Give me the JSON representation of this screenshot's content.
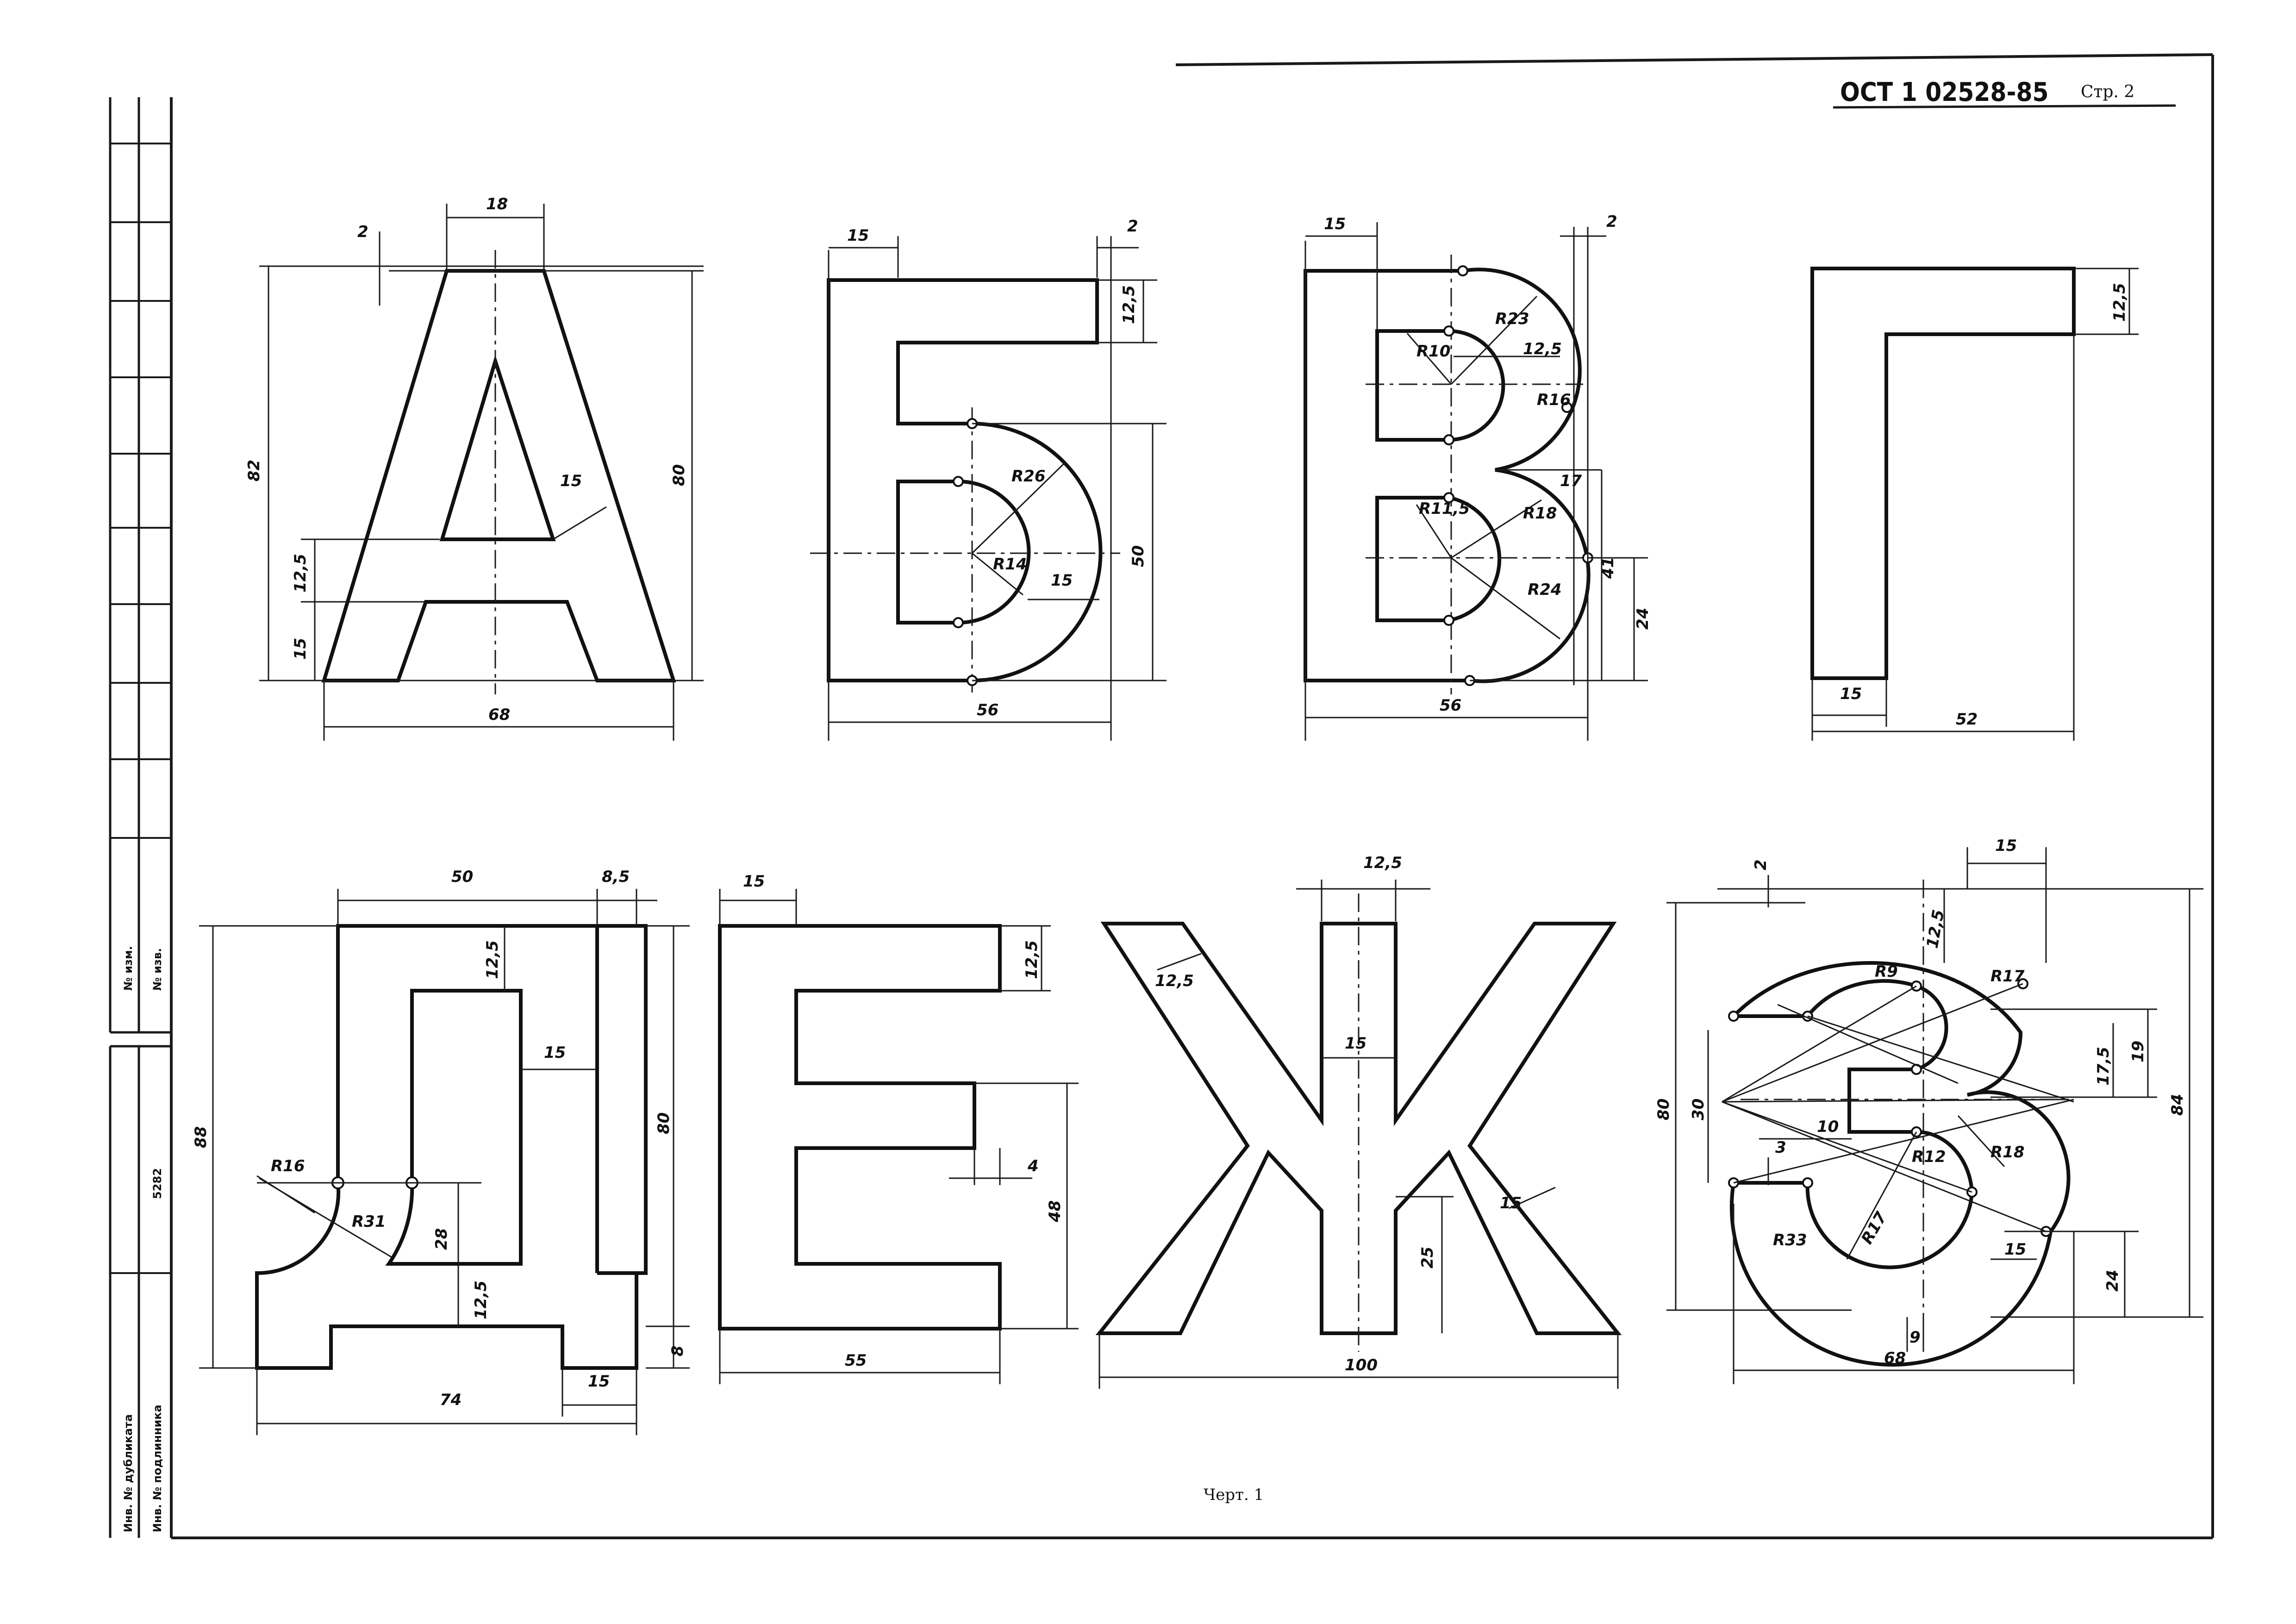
{
  "header": {
    "standard": "ОСТ 1 02528-85",
    "page": "Стр. 2"
  },
  "caption": "Черт. 1",
  "sidebar": {
    "izm_label": "№ изм.",
    "izv_label": "№ изв.",
    "number": "5282",
    "inv_dublikata": "Инв. № дубликата",
    "inv_podlinnika": "Инв. № подлинника"
  },
  "letters": [
    {
      "letter": "А",
      "dims": [
        "18",
        "2",
        "82",
        "80",
        "15",
        "12,5",
        "15",
        "68"
      ]
    },
    {
      "letter": "Б",
      "dims": [
        "15",
        "2",
        "12,5",
        "R26",
        "R14",
        "15",
        "50",
        "56"
      ]
    },
    {
      "letter": "В",
      "dims": [
        "15",
        "2",
        "R23",
        "R10",
        "12,5",
        "R16",
        "17",
        "R11,5",
        "R18",
        "R24",
        "41",
        "24",
        "56"
      ]
    },
    {
      "letter": "Г",
      "dims": [
        "12,5",
        "15",
        "52"
      ]
    },
    {
      "letter": "Д",
      "dims": [
        "50",
        "8,5",
        "12,5",
        "15",
        "80",
        "88",
        "R16",
        "R31",
        "28",
        "12,5",
        "8",
        "74",
        "15"
      ]
    },
    {
      "letter": "Е",
      "dims": [
        "15",
        "12,5",
        "4",
        "48",
        "55"
      ]
    },
    {
      "letter": "Ж",
      "dims": [
        "12,5",
        "12,5",
        "15",
        "15",
        "25",
        "100"
      ]
    },
    {
      "letter": "З",
      "dims": [
        "15",
        "2",
        "12,5",
        "R9",
        "R17",
        "17,5",
        "19",
        "80",
        "30",
        "10",
        "84",
        "3",
        "R12",
        "R18",
        "R33",
        "R17",
        "15",
        "24",
        "9",
        "68"
      ]
    }
  ]
}
